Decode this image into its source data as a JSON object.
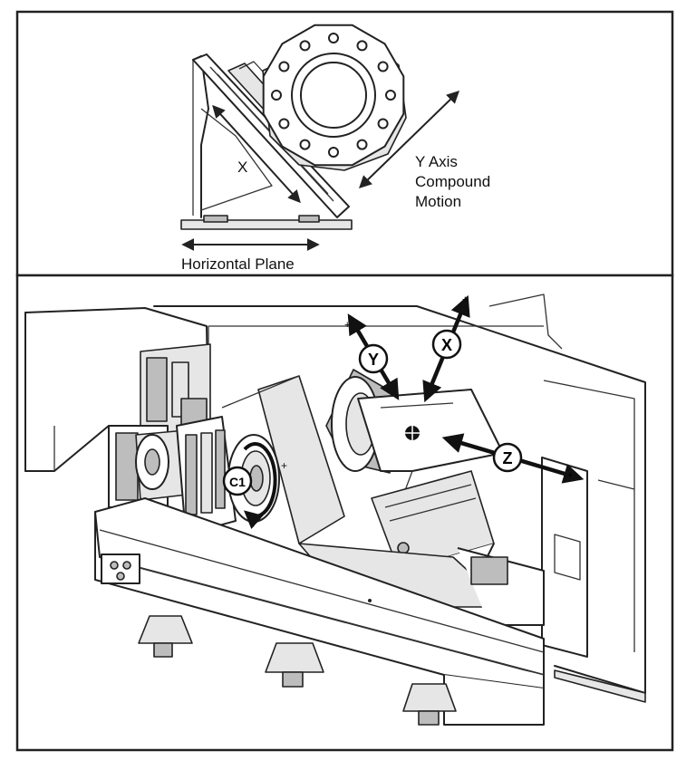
{
  "top_panel": {
    "label_x": "X",
    "label_y_axis": "Y Axis",
    "label_compound": "Compound",
    "label_motion": "Motion",
    "label_horizontal_plane": "Horizontal Plane"
  },
  "bottom_panel": {
    "axis_y": "Y",
    "axis_x": "X",
    "axis_z": "Z",
    "axis_c1": "C1"
  }
}
